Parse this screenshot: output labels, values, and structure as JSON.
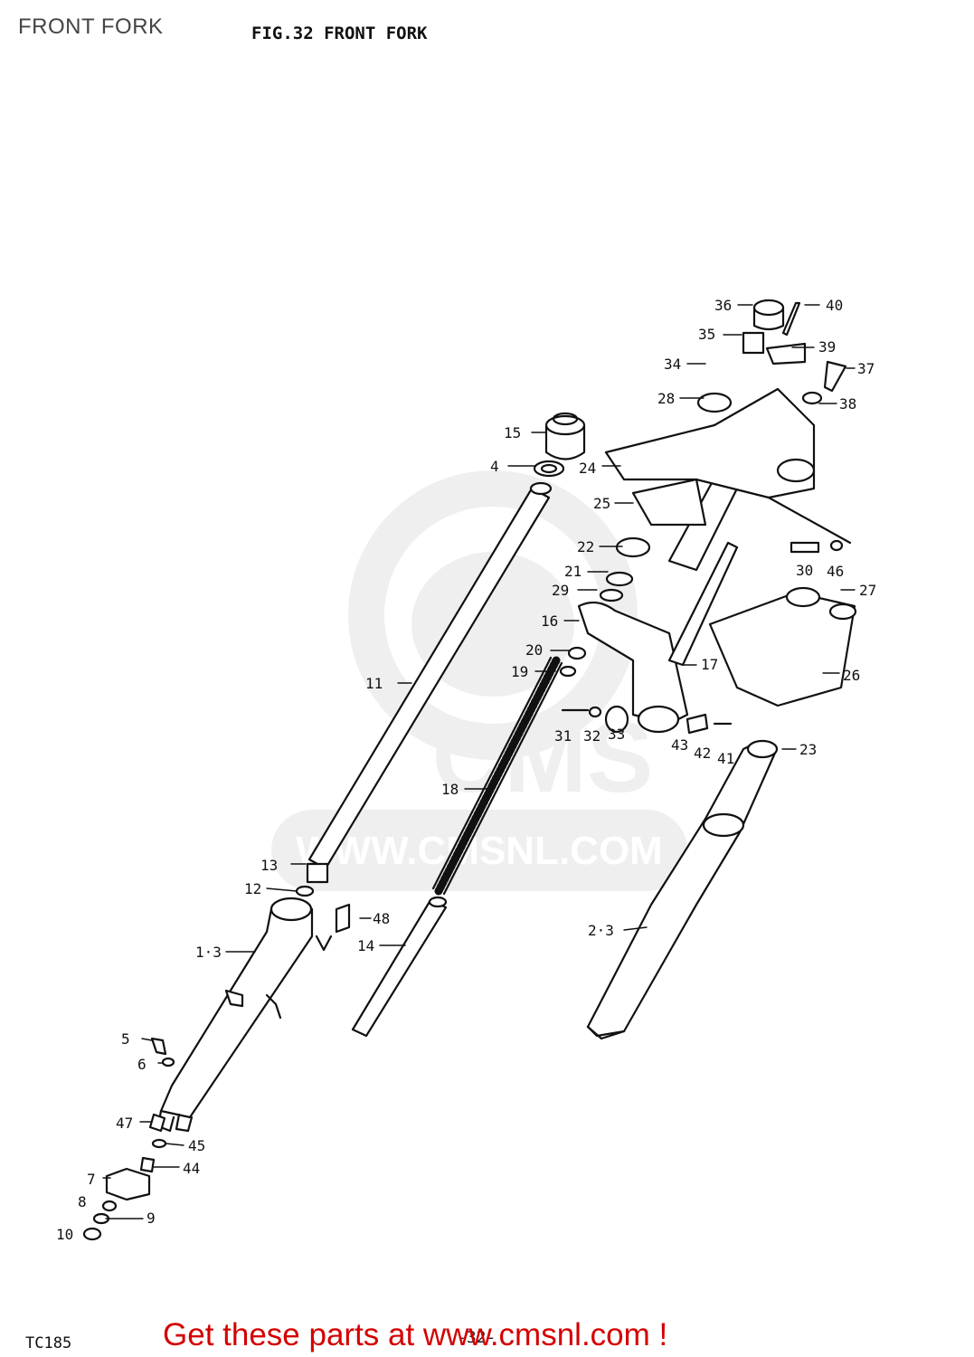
{
  "page_label": "FRONT FORK",
  "figure_title": "FIG.32   FRONT FORK",
  "model_code": "TC185",
  "page_number": "-32-",
  "promo_text": "Get these parts at www.cmsnl.com !",
  "watermark": "WWW.CMSNL.COM",
  "promo_color": "#d40000",
  "callouts": {
    "c1_3": "1·3",
    "c2_3": "2·3",
    "c4": "4",
    "c5": "5",
    "c6": "6",
    "c7": "7",
    "c8": "8",
    "c9": "9",
    "c10": "10",
    "c11": "11",
    "c12": "12",
    "c13": "13",
    "c14": "14",
    "c15": "15",
    "c16": "16",
    "c17": "17",
    "c18": "18",
    "c19": "19",
    "c20": "20",
    "c21": "21",
    "c22": "22",
    "c23": "23",
    "c24": "24",
    "c25": "25",
    "c26": "26",
    "c27": "27",
    "c28": "28",
    "c29": "29",
    "c30": "30",
    "c31": "31",
    "c32": "32",
    "c33": "33",
    "c34": "34",
    "c35": "35",
    "c36": "36",
    "c37": "37",
    "c38": "38",
    "c39": "39",
    "c40": "40",
    "c41": "41",
    "c42": "42",
    "c43": "43",
    "c44": "44",
    "c45": "45",
    "c46": "46",
    "c47": "47",
    "c48": "48"
  }
}
